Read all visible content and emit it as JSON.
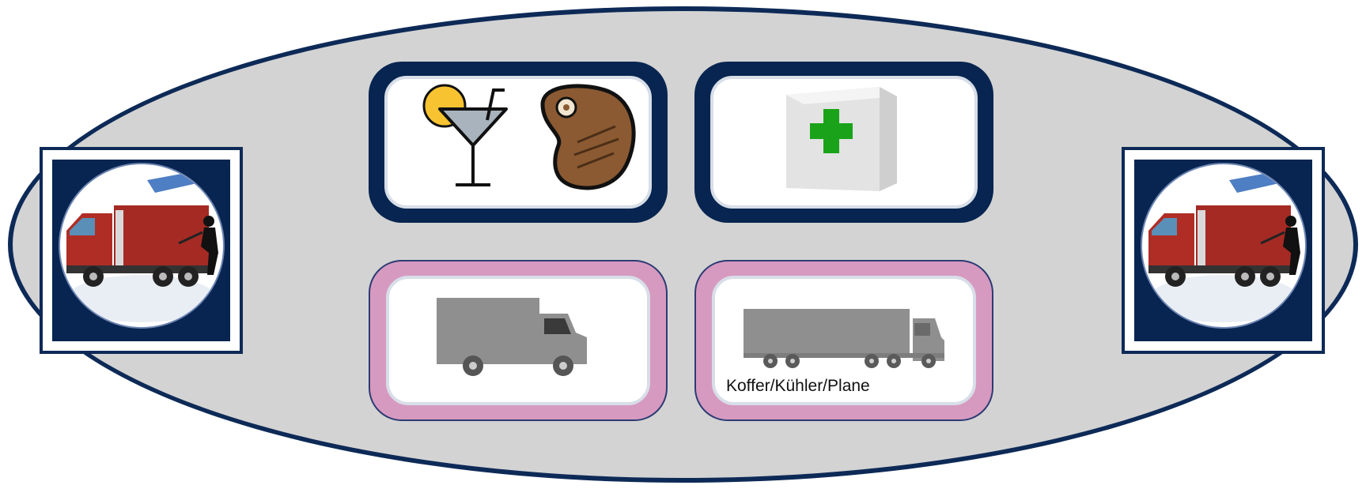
{
  "diagram": {
    "tiles": [
      {
        "id": "food-drinks",
        "style": "navy",
        "icons": [
          "cocktail-glass-icon",
          "steak-icon"
        ]
      },
      {
        "id": "medical",
        "style": "navy",
        "icons": [
          "medical-box-icon"
        ]
      },
      {
        "id": "delivery-van",
        "style": "pink",
        "icons": [
          "delivery-truck-icon"
        ]
      },
      {
        "id": "semi-trailer",
        "style": "pink",
        "icons": [
          "semi-truck-icon"
        ],
        "label": "Koffer/Kühler/Plane"
      }
    ],
    "side_images": [
      "truck-theft-image",
      "truck-theft-image"
    ]
  },
  "colors": {
    "ellipse_fill": "#d3d3d3",
    "navy": "#072550",
    "pink": "#d69ac0",
    "truck_red": "#a02a22",
    "cross_green": "#1aa31a",
    "steak_brown": "#8b5a32",
    "vehicle_gray": "#8f8f8f"
  }
}
